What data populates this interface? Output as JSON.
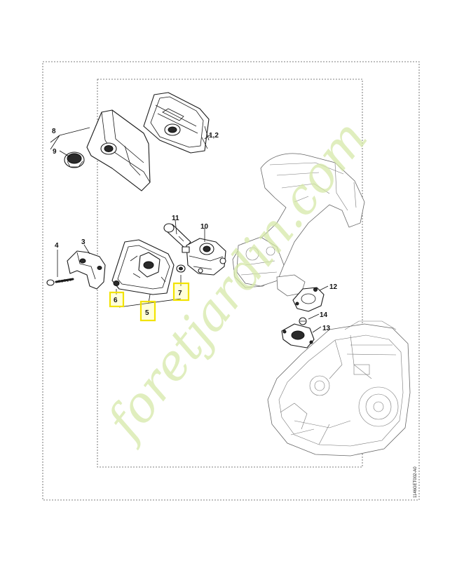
{
  "diagram": {
    "labels": {
      "p12": "1,2",
      "p3": "3",
      "p4": "4",
      "p5": "5",
      "p6": "6",
      "p7": "7",
      "p8": "8",
      "p9": "9",
      "p10": "10",
      "p11": "11",
      "p12b": "12",
      "p13": "13",
      "p14": "14"
    },
    "watermark": "foretjardin.com",
    "drawing_code": "1146GET002-A0",
    "highlight_color": "#f2e300",
    "watermark_color": "#d6e8a8"
  }
}
